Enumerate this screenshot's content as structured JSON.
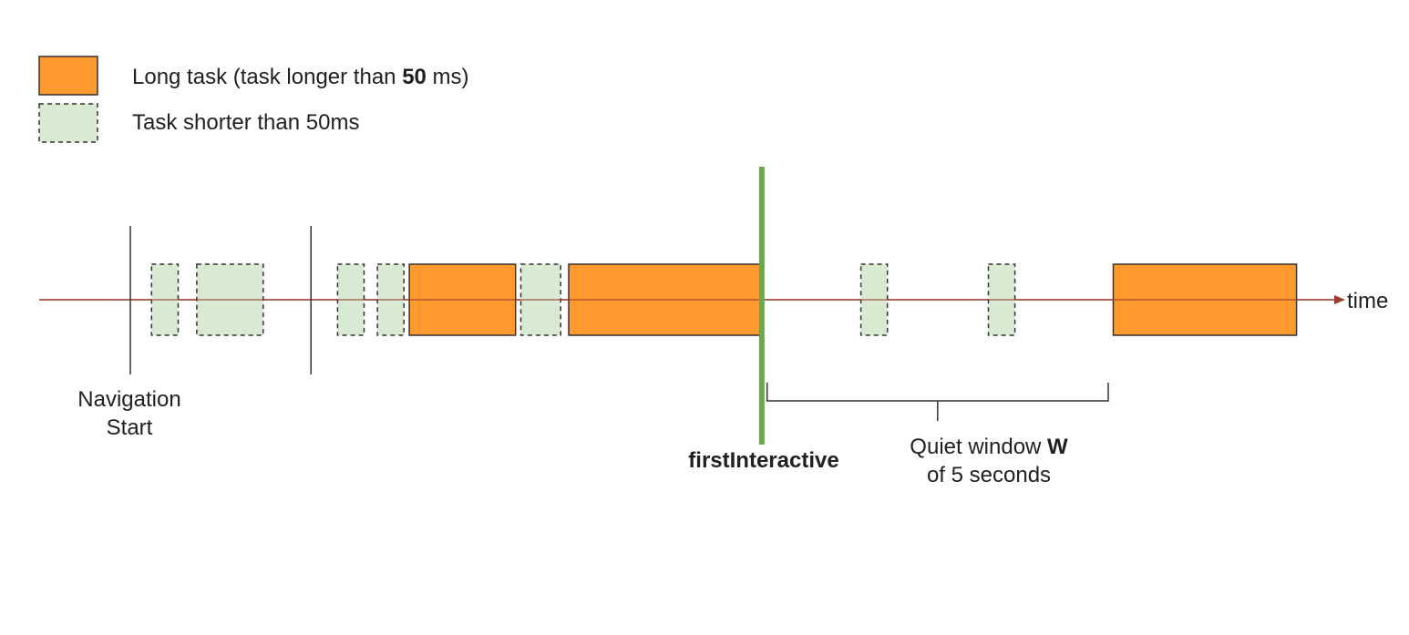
{
  "legend": {
    "long_task": {
      "prefix": "Long task (task longer than ",
      "bold": "50",
      "suffix": " ms)"
    },
    "short_task": {
      "text": "Task shorter than 50ms"
    }
  },
  "labels": {
    "navigation_start_line1": "Navigation",
    "navigation_start_line2": "Start",
    "first_interactive": "firstInteractive",
    "quiet_window_line1_prefix": "Quiet window ",
    "quiet_window_line1_bold": "W",
    "quiet_window_line2": "of 5 seconds",
    "time_axis": "time"
  },
  "colors": {
    "long_task_fill": "#FF9A2E",
    "short_task_fill": "#D9EAD3",
    "axis_line": "#9C3C30",
    "first_interactive_line": "#6AA84F",
    "stroke": "#333333"
  },
  "tasks": [
    {
      "kind": "short",
      "start": 0.8,
      "end": 1.8
    },
    {
      "kind": "short",
      "start": 2.5,
      "end": 5.0
    },
    {
      "kind": "short",
      "start": 7.8,
      "end": 8.8
    },
    {
      "kind": "short",
      "start": 9.3,
      "end": 10.3
    },
    {
      "kind": "long",
      "start": 10.5,
      "end": 14.5
    },
    {
      "kind": "short",
      "start": 14.7,
      "end": 16.2
    },
    {
      "kind": "long",
      "start": 16.5,
      "end": 23.7
    },
    {
      "kind": "short",
      "start": 27.5,
      "end": 28.5
    },
    {
      "kind": "short",
      "start": 32.3,
      "end": 33.3
    },
    {
      "kind": "long",
      "start": 37.0,
      "end": 43.9
    }
  ],
  "markers": {
    "navigation_start": 0.0,
    "second_marker": 6.8,
    "first_interactive": 23.7,
    "quiet_window_start": 23.9,
    "quiet_window_end": 36.5
  }
}
